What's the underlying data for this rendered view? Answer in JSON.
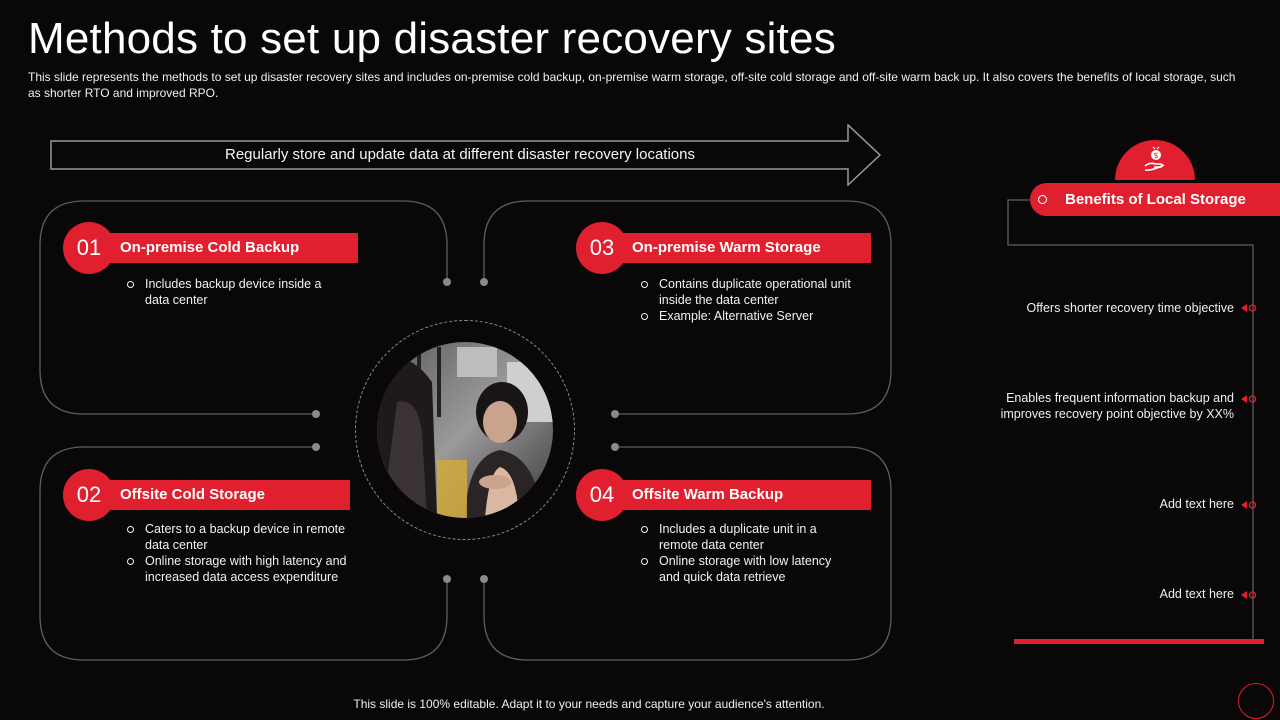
{
  "slide": {
    "title": "Methods to set up disaster recovery sites",
    "subtitle": "This slide represents the methods to set up disaster recovery  sites and includes on-premise cold backup, on-premise warm storage, off-site cold storage and off-site warm back up. It also covers the benefits of local storage, such as shorter RTO and improved  RPO.",
    "arrow_text": "Regularly  store and update data at different disaster recovery  locations",
    "footer": "This slide is 100% editable. Adapt it to your needs and capture your audience's attention."
  },
  "methods": [
    {
      "number": "01",
      "title": "On-premise Cold Backup",
      "bullets": [
        "Includes backup device inside a data center"
      ]
    },
    {
      "number": "03",
      "title": "On-premise Warm Storage",
      "bullets": [
        "Contains duplicate operational unit inside the data center",
        "Example: Alternative Server"
      ]
    },
    {
      "number": "02",
      "title": "Offsite Cold Storage",
      "bullets": [
        "Caters to a backup device in remote data center",
        "Online storage with high latency and increased data access expenditure"
      ]
    },
    {
      "number": "04",
      "title": "Offsite Warm Backup",
      "bullets": [
        "Includes a duplicate unit in a remote data center",
        "Online storage with low latency and quick data retrieve"
      ]
    }
  ],
  "benefits": {
    "header": "Benefits of Local Storage",
    "icon": "hand-money-icon",
    "items": [
      "Offers shorter recovery time objective",
      "Enables frequent  information backup and improves  recovery point objective by XX%",
      "Add text here",
      "Add text here"
    ]
  },
  "colors": {
    "accent": "#e0202e",
    "background": "#0a0708",
    "line": "#6b6b6b"
  }
}
